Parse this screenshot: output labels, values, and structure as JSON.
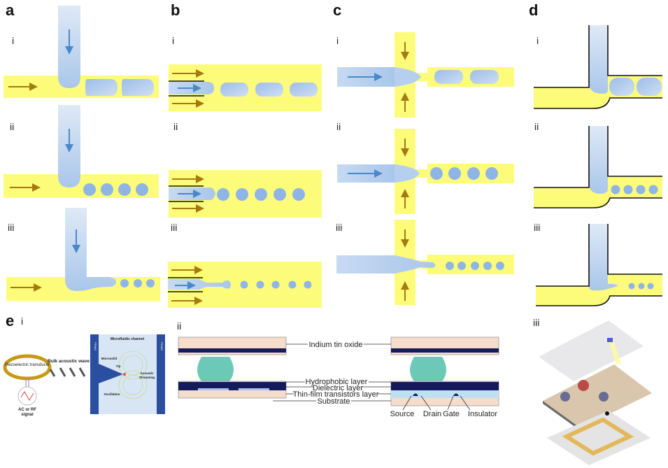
{
  "panels": {
    "a": {
      "letter": "a",
      "subs": [
        "i",
        "ii",
        "iii"
      ]
    },
    "b": {
      "letter": "b",
      "subs": [
        "i",
        "ii",
        "iii"
      ]
    },
    "c": {
      "letter": "c",
      "subs": [
        "i",
        "ii",
        "iii"
      ]
    },
    "d": {
      "letter": "d",
      "subs": [
        "i",
        "ii",
        "iii"
      ]
    },
    "e": {
      "letter": "e",
      "subs": [
        "i",
        "ii",
        "iii"
      ],
      "i": {
        "transducer": "Piezoelectric transducer",
        "wave": "Bulk acoustic wave",
        "signal_line1": "AC or RF",
        "signal_line2": "signal",
        "channel": "Microfluidic channel",
        "pdms": "PDMS",
        "microsolid": "Microsolid",
        "tip": "Tip",
        "oscillation": "Oscillation",
        "streaming_line1": "Acoustic",
        "streaming_line2": "Streaming"
      },
      "ii": {
        "ito": "Indium tin oxide",
        "hydrophobic": "Hydrophobic layer",
        "dielectric": "Dielectric layer",
        "tft": "Thin-film transistors layer",
        "substrate": "Substrate",
        "source": "Source",
        "drain": "Drain",
        "gate": "Gate",
        "insulator": "Insulator"
      }
    }
  },
  "colors": {
    "continuous_phase": "#fdfc7a",
    "dispersed_phase": "#a9c6ea",
    "droplet": "#8fb5e6",
    "flow_arrow_continuous": "#a57a10",
    "flow_arrow_dispersed": "#4a88c8",
    "wall": "#111111",
    "ito": "#f5dccb",
    "electrode": "#141a5c",
    "droplet_ewod": "#6cc9b8",
    "pdms": "#2b4fa0"
  }
}
